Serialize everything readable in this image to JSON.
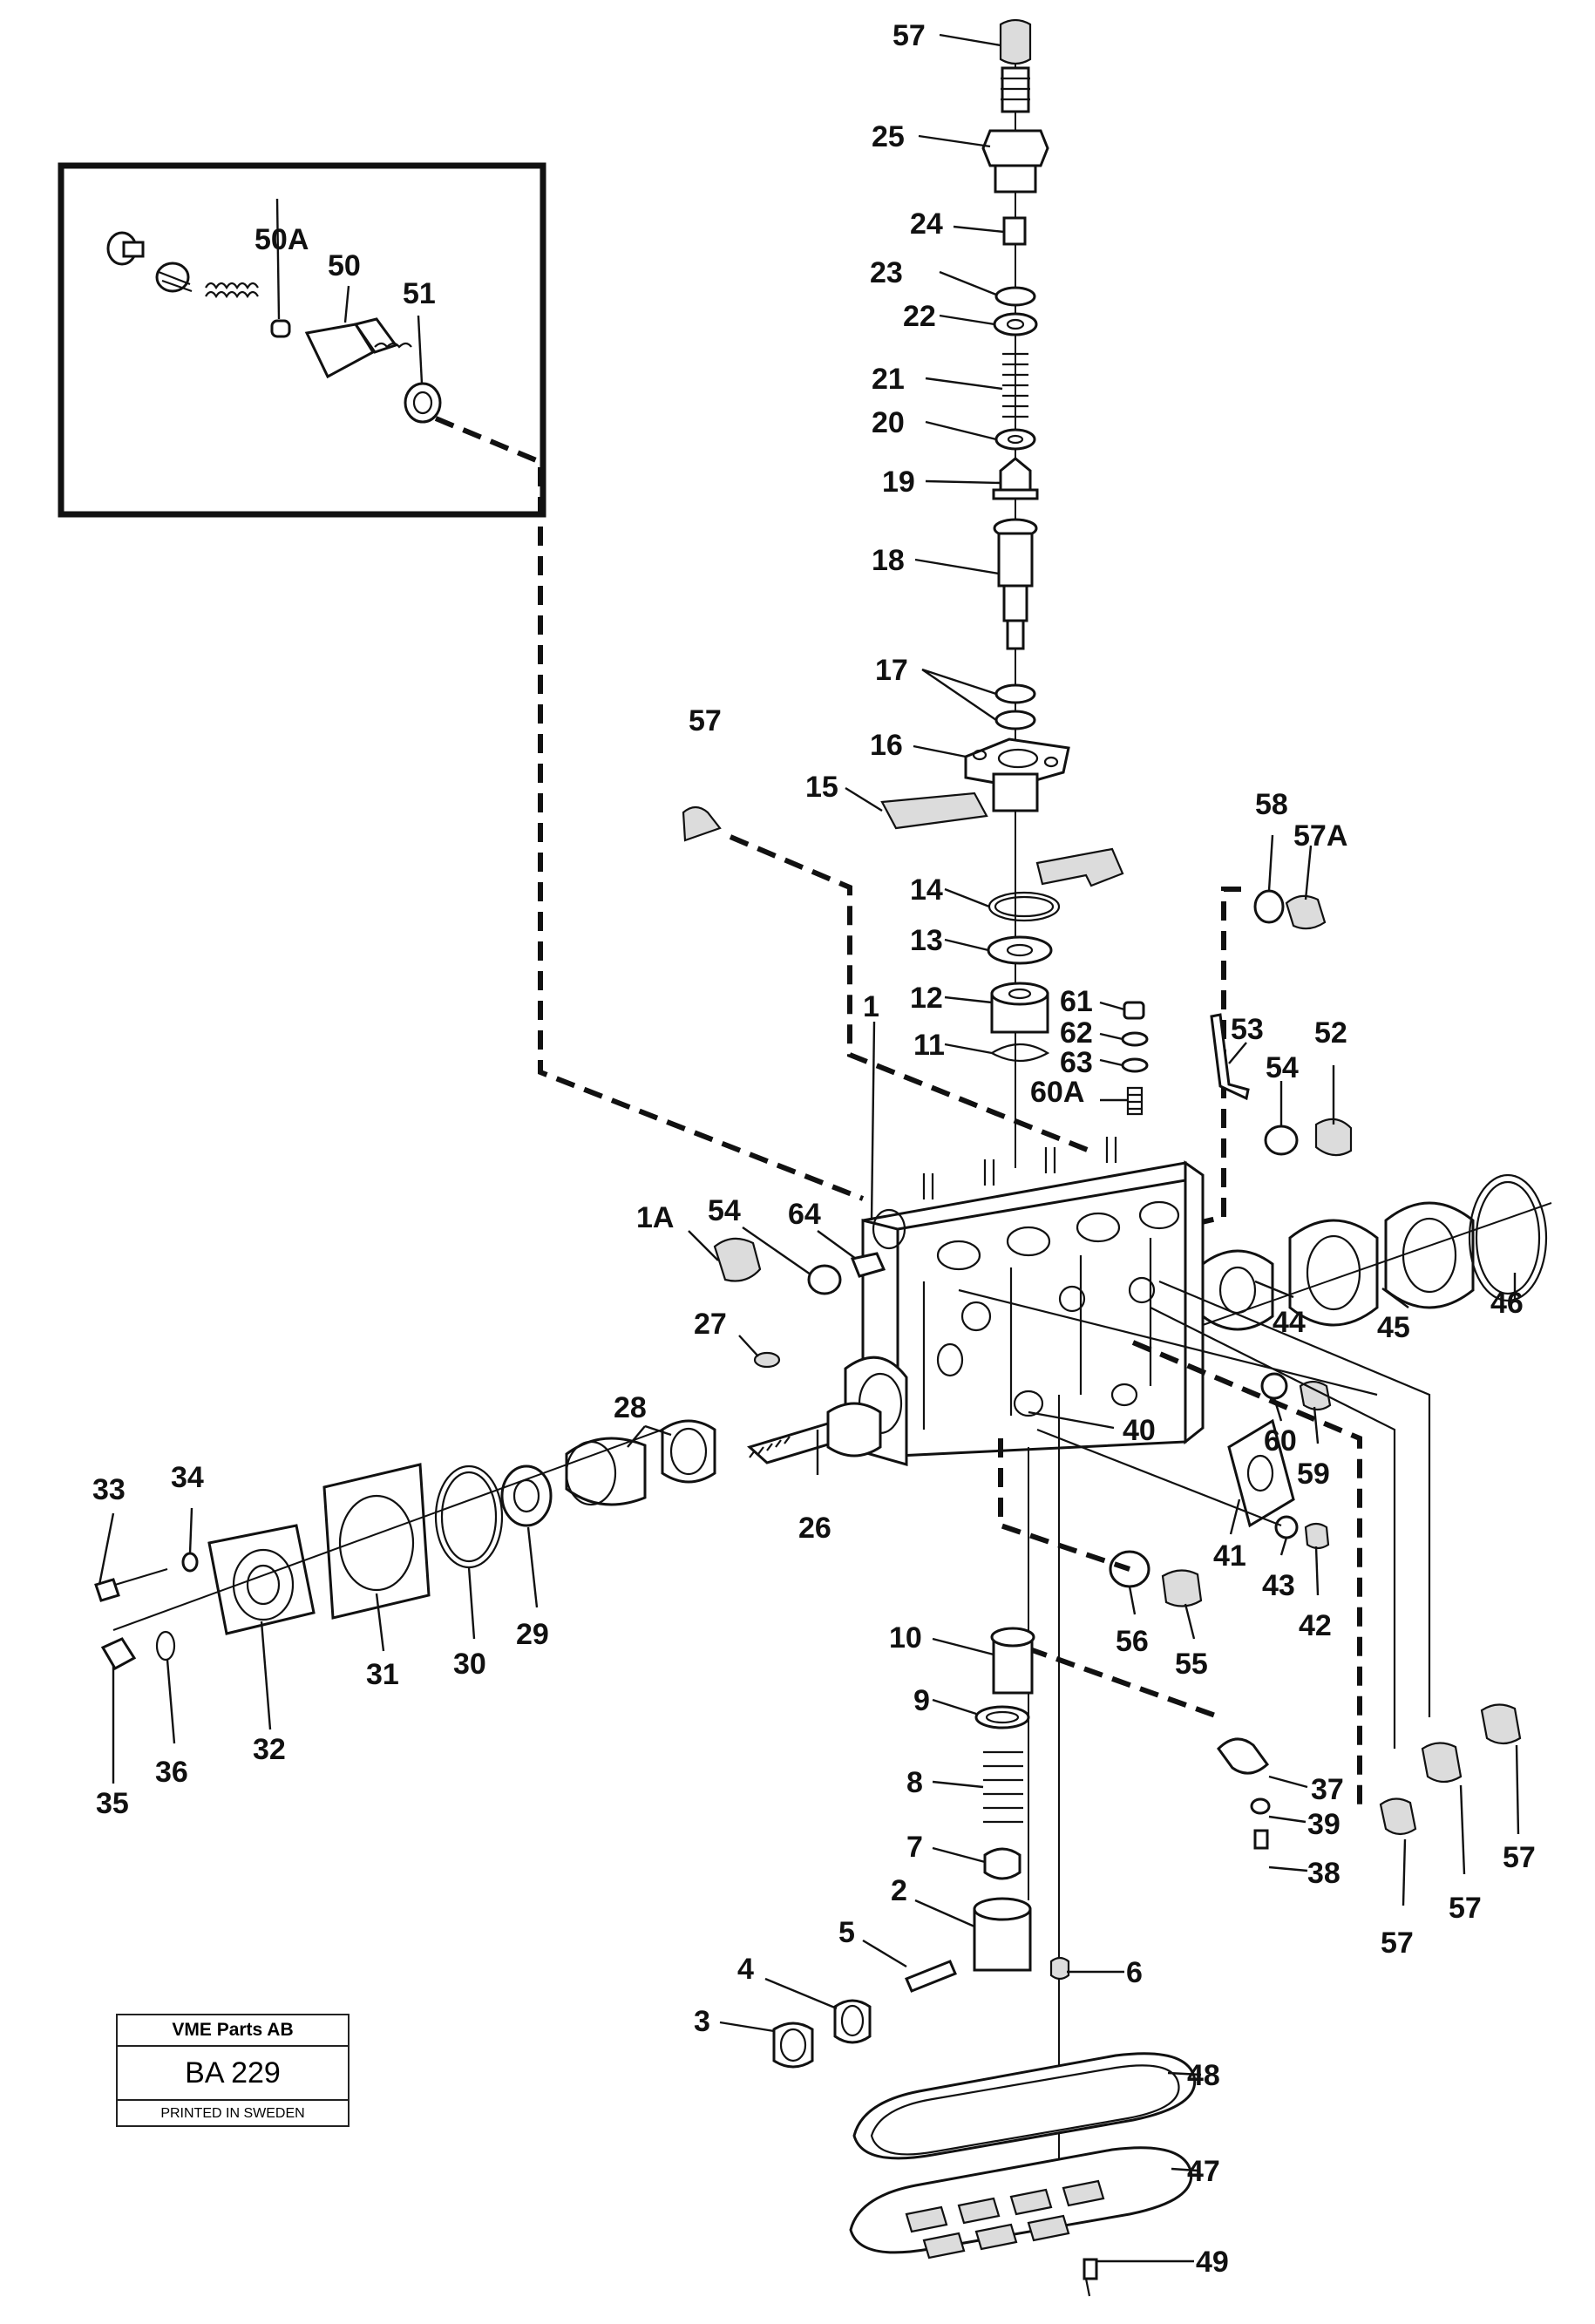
{
  "part_labels": {
    "p57_top": "57",
    "p25": "25",
    "p24": "24",
    "p23": "23",
    "p22": "22",
    "p21": "21",
    "p20": "20",
    "p19": "19",
    "p18": "18",
    "p17": "17",
    "p16": "16",
    "p57_left": "57",
    "p15": "15",
    "p14": "14",
    "p13": "13",
    "p12": "12",
    "p11": "11",
    "p61": "61",
    "p62": "62",
    "p63": "63",
    "p60A": "60A",
    "p58": "58",
    "p57A": "57A",
    "p53": "53",
    "p54_right": "54",
    "p52": "52",
    "p1": "1",
    "p1A": "1A",
    "p54_left": "54",
    "p64": "64",
    "p27": "27",
    "p28": "28",
    "p26": "26",
    "p40": "40",
    "p44": "44",
    "p45": "45",
    "p46": "46",
    "p60": "60",
    "p59": "59",
    "p41": "41",
    "p43": "43",
    "p42": "42",
    "p33": "33",
    "p34": "34",
    "p35": "35",
    "p36": "36",
    "p32": "32",
    "p31": "31",
    "p30": "30",
    "p29": "29",
    "p56": "56",
    "p55": "55",
    "p10": "10",
    "p9": "9",
    "p8": "8",
    "p7": "7",
    "p2": "2",
    "p5": "5",
    "p4": "4",
    "p3": "3",
    "p6": "6",
    "p37": "37",
    "p39": "39",
    "p38": "38",
    "p57_r1": "57",
    "p57_r2": "57",
    "p57_r3": "57",
    "p48": "48",
    "p47": "47",
    "p49": "49",
    "p50A": "50A",
    "p50": "50",
    "p51": "51"
  },
  "stamp": {
    "company": "VME Parts AB",
    "drawing_number": "BA 229",
    "printed": "PRINTED IN SWEDEN"
  }
}
